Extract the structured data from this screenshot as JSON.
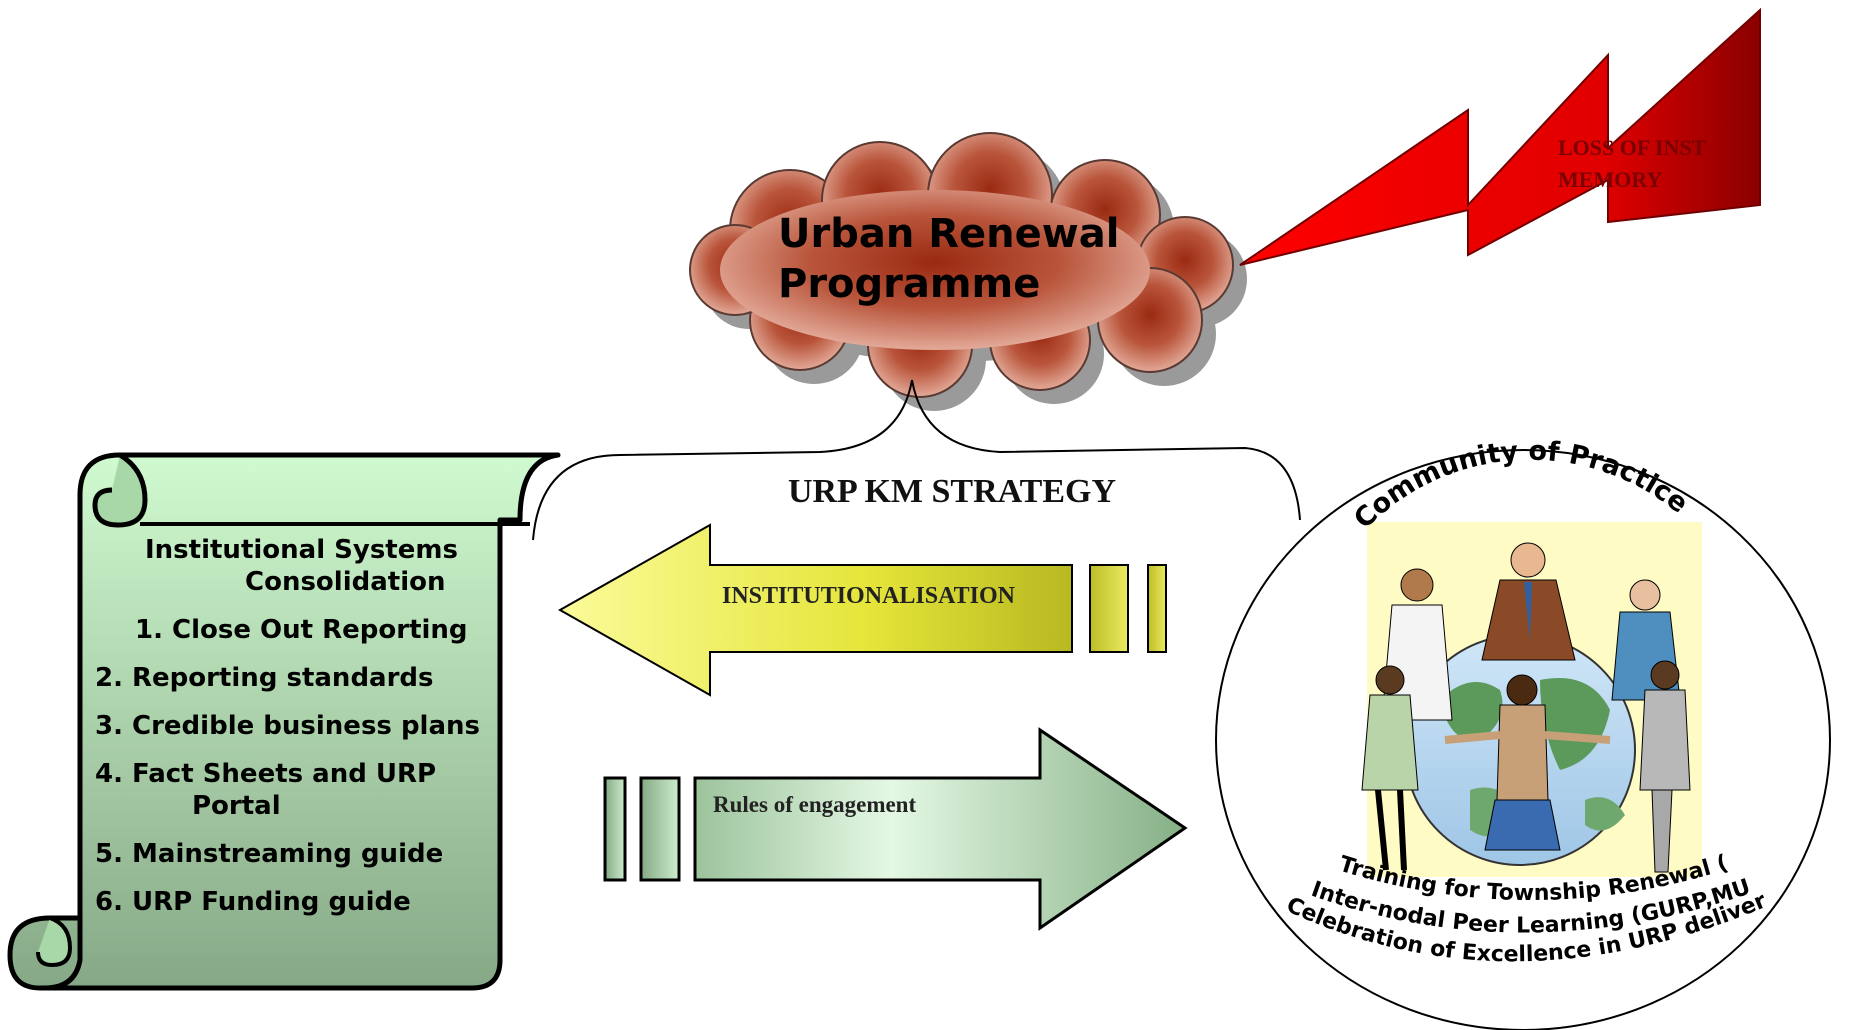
{
  "cloud": {
    "line1": "Urban  Renewal",
    "line2": "Programme"
  },
  "lightning": {
    "line1": "LOSS OF INST",
    "line2": "MEMORY"
  },
  "strategy": {
    "title": "URP KM STRATEGY"
  },
  "arrows": {
    "left_label": "INSTITUTIONALISATION",
    "right_label": "Rules of engagement"
  },
  "scroll": {
    "heading_line1": "Institutional Systems",
    "heading_line2": "Consolidation",
    "items": [
      "1.  Close Out Reporting",
      "2.  Reporting standards",
      "3. Credible business plans",
      "4. Fact Sheets and    URP",
      "Portal",
      "5. Mainstreaming guide",
      "6. URP Funding guide"
    ]
  },
  "community": {
    "title": "Community of Practice",
    "lines": [
      "Training for Township Renewal (TTR)",
      "Inter-nodal Peer Learning (GURP,MURP)",
      "Celebration of Excellence in URP delivery"
    ]
  },
  "colors": {
    "cloud_dark": "#9a2a12",
    "cloud_light": "#f0c4b4",
    "lightning_red": "#e00000",
    "lightning_text": "#7a0000",
    "scroll_green_light": "#c8f7c8",
    "scroll_green_dark": "#8aac8a",
    "arrow_yellow": "#f3f36a",
    "arrow_olive": "#a8a81e",
    "arrow_green_light": "#e3f7e3",
    "arrow_green_dark": "#8cb48c"
  }
}
